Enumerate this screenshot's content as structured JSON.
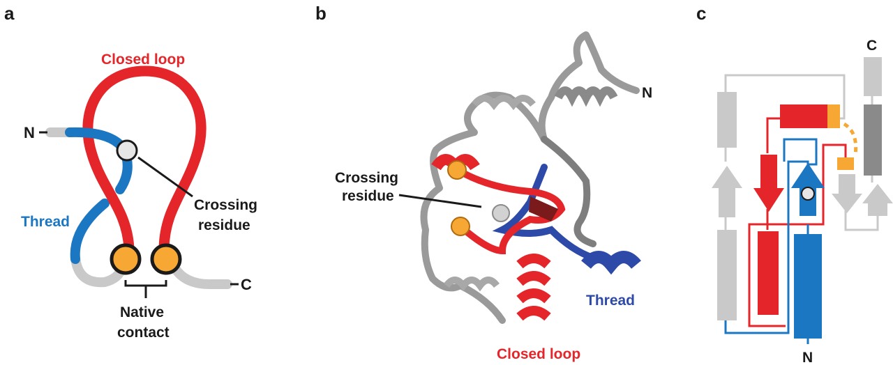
{
  "colors": {
    "loop_red": "#e4262b",
    "thread_blue": "#1c77c3",
    "thread_navy": "#2e4aa8",
    "contact_orange": "#f7a733",
    "backbone_grey": "#c9c9c9",
    "dark_grey": "#8a8a8a"
  },
  "panel_a": {
    "letter": "a",
    "closed_loop": "Closed loop",
    "n_term": "N",
    "c_term": "C",
    "thread": "Thread",
    "crossing_1": "Crossing",
    "crossing_2": "residue",
    "native_1": "Native",
    "native_2": "contact"
  },
  "panel_b": {
    "letter": "b",
    "n_term": "N",
    "crossing_1": "Crossing",
    "crossing_2": "residue",
    "thread": "Thread",
    "closed_loop": "Closed loop"
  },
  "panel_c": {
    "letter": "c",
    "c_term": "C",
    "n_term": "N"
  }
}
